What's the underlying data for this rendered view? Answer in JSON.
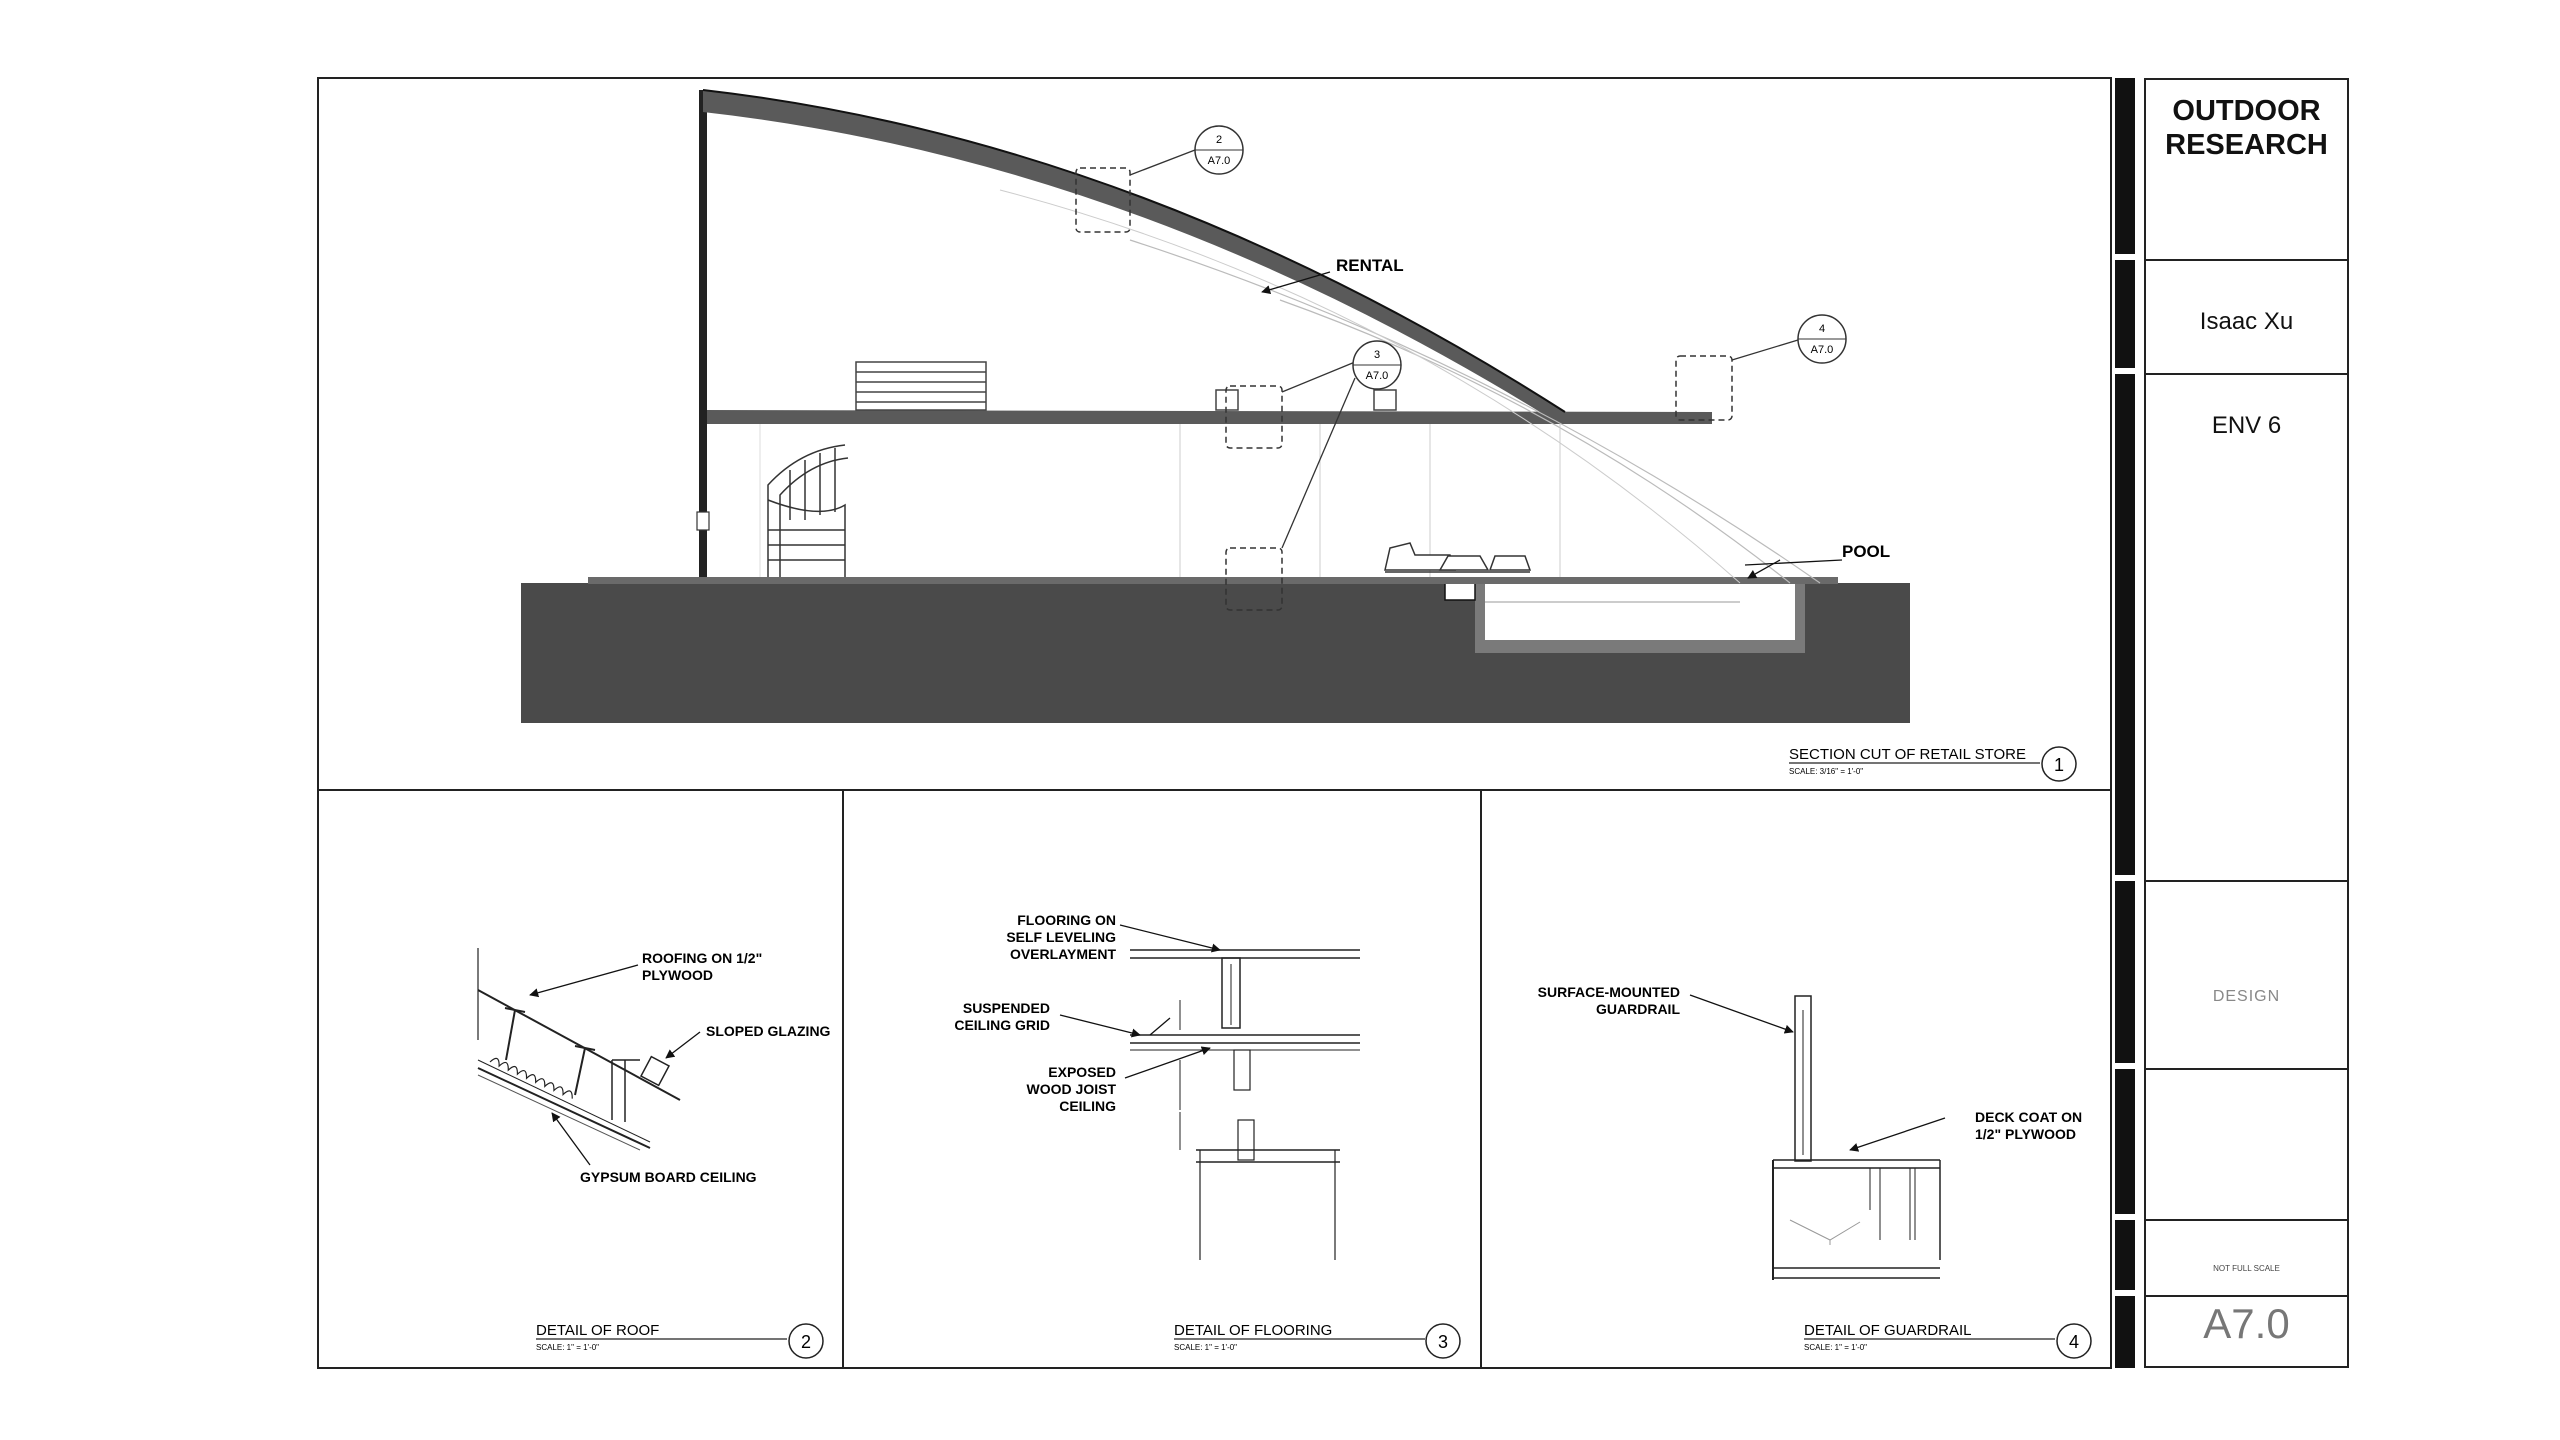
{
  "sheet": {
    "firm_line1": "OUTDOOR",
    "firm_line2": "RESEARCH",
    "author": "Isaac Xu",
    "course": "ENV 6",
    "phase": "DESIGN",
    "scale_note": "NOT FULL SCALE",
    "sheet_number": "A7.0"
  },
  "section": {
    "title": "SECTION CUT OF RETAIL STORE",
    "scale": "SCALE: 3/16\" = 1'-0\"",
    "number": "1",
    "labels": {
      "rental": "RENTAL",
      "pool": "POOL"
    },
    "callouts": [
      {
        "number": "2",
        "sheet": "A7.0"
      },
      {
        "number": "3",
        "sheet": "A7.0"
      },
      {
        "number": "4",
        "sheet": "A7.0"
      }
    ]
  },
  "details": {
    "roof": {
      "title": "DETAIL OF ROOF",
      "scale": "SCALE: 1\" = 1'-0\"",
      "number": "2",
      "note1_line1": "ROOFING ON 1/2\"",
      "note1_line2": "PLYWOOD",
      "note2": "SLOPED GLAZING",
      "note3": "GYPSUM BOARD CEILING"
    },
    "flooring": {
      "title": "DETAIL OF FLOORING",
      "scale": "SCALE: 1\" = 1'-0\"",
      "number": "3",
      "note1_line1": "FLOORING ON",
      "note1_line2": "SELF LEVELING",
      "note1_line3": "OVERLAYMENT",
      "note2_line1": "SUSPENDED",
      "note2_line2": "CEILING GRID",
      "note3_line1": "EXPOSED",
      "note3_line2": "WOOD JOIST",
      "note3_line3": "CEILING"
    },
    "guardrail": {
      "title": "DETAIL OF GUARDRAIL",
      "scale": "SCALE: 1\" = 1'-0\"",
      "number": "4",
      "note1_line1": "SURFACE-MOUNTED",
      "note1_line2": "GUARDRAIL",
      "note2_line1": "DECK COAT ON",
      "note2_line2": "1/2\" PLYWOOD"
    }
  },
  "colors": {
    "ink": "#111111",
    "fill": "#555555",
    "ground": "#4a4a4a",
    "light": "#bbbbbb"
  }
}
